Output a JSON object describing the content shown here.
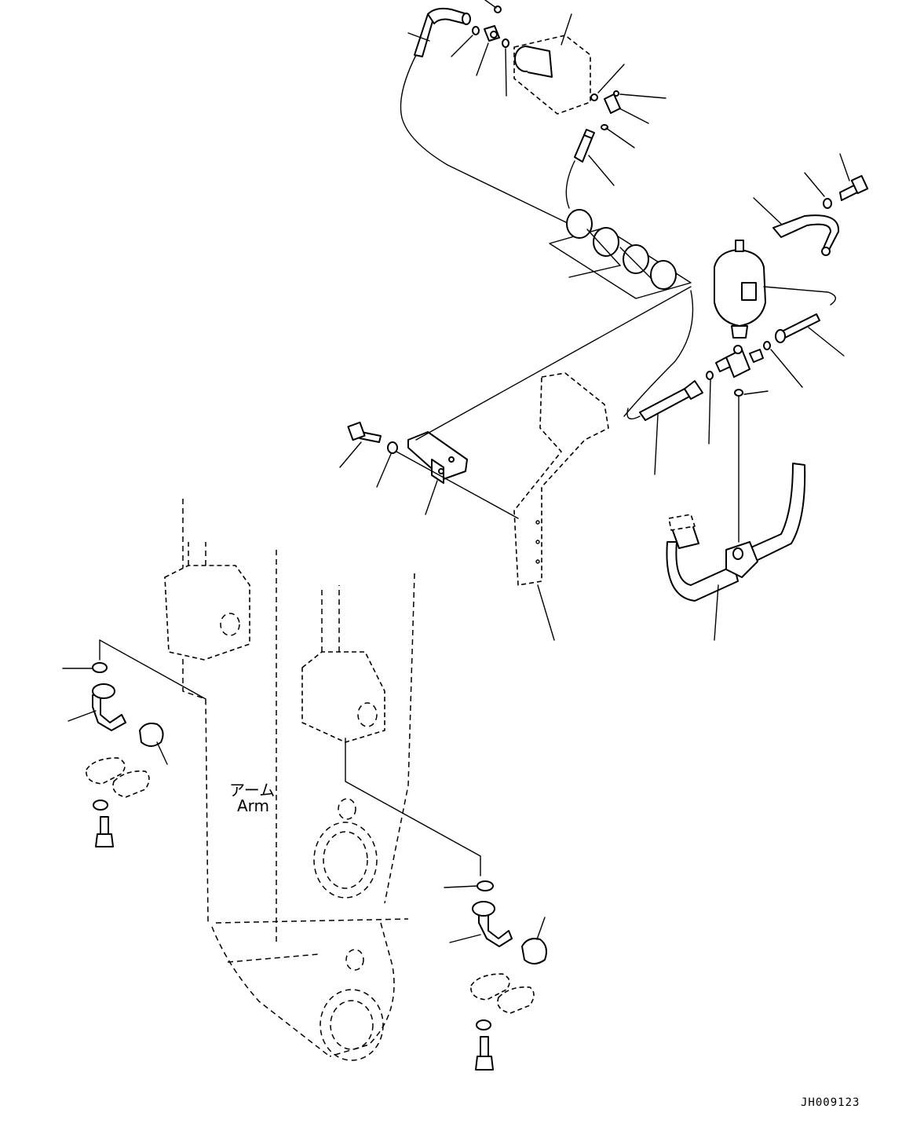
{
  "drawing": {
    "arm_label_jp": "アーム",
    "arm_label_en": "Arm",
    "drawing_id": "JH009123"
  }
}
